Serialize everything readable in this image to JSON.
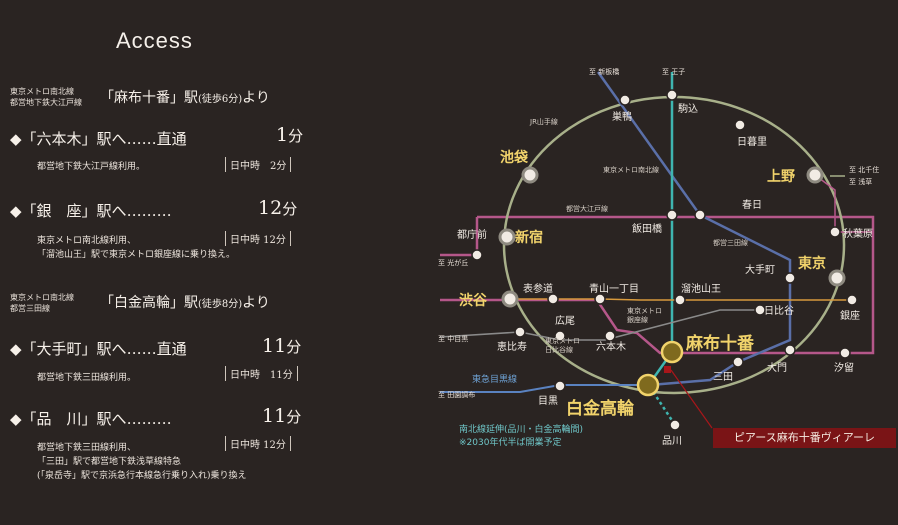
{
  "title": "Access",
  "origins": [
    {
      "lines": [
        "東京メトロ南北線",
        "都営地下鉄大江戸線"
      ],
      "station": "「麻布十番」駅",
      "walk": "(徒歩6分)",
      "suffix": "より"
    },
    {
      "lines": [
        "東京メトロ南北線",
        "都営三田線"
      ],
      "station": "「白金高輪」駅",
      "walk": "(徒歩8分)",
      "suffix": "より"
    }
  ],
  "routes": [
    {
      "dest": "「六本木」駅へ",
      "dots": "……",
      "kind": "直通",
      "num": "1",
      "unit": "分",
      "note": [
        "都営地下鉄大江戸線利用。"
      ],
      "daytime": "日中時　2分"
    },
    {
      "dest": "「銀　座」駅へ",
      "dots": "………",
      "kind": "",
      "num": "12",
      "unit": "分",
      "note": [
        "東京メトロ南北線利用、",
        "「溜池山王」駅で東京メトロ銀座線に乗り換え。"
      ],
      "daytime": "日中時 12分"
    },
    {
      "dest": "「大手町」駅へ",
      "dots": "……",
      "kind": "直通",
      "num": "11",
      "unit": "分",
      "note": [
        "都営地下鉄三田線利用。"
      ],
      "daytime": "日中時　11分"
    },
    {
      "dest": "「品　川」駅へ",
      "dots": "………",
      "kind": "",
      "num": "11",
      "unit": "分",
      "note": [
        "都営地下鉄三田線利用、",
        "「三田」駅で都営地下鉄浅草線特急",
        "(「泉岳寺」駅で京浜急行本線急行乗り入れ)乗り換え"
      ],
      "daytime": "日中時 12分"
    }
  ],
  "map": {
    "directions": {
      "itabashi": "至 新板橋",
      "oji": "至 王子",
      "kitasenju": "至 北千住",
      "asakusa": "至 浅草",
      "hikarigaoka": "至 光が丘",
      "nakameguro": "至 中目黒",
      "denenchofu": "至 田園調布"
    },
    "line_names": {
      "yamanote": "JR山手線",
      "namboku": "東京メトロ南北線",
      "oedo": "都営大江戸線",
      "mita": "都営三田線",
      "ginza": "東京メトロ\n銀座線",
      "hibiya": "東京メトロ\n日比谷線",
      "toyoko": "東急目黒線"
    },
    "major_stations": {
      "ikebukuro": "池袋",
      "shinjuku": "新宿",
      "shibuya": "渋谷",
      "ueno": "上野",
      "tokyo": "東京"
    },
    "highlight_stations": {
      "azabujuban": "麻布十番",
      "shirokanetakanawa": "白金高輪"
    },
    "stations": {
      "sugamo": "巣鴨",
      "komagome": "駒込",
      "nippori": "日暮里",
      "kasuga": "春日",
      "iidabashi": "飯田橋",
      "tochomae": "都庁前",
      "akihabara": "秋葉原",
      "otemachi": "大手町",
      "omotesando": "表参道",
      "aoyama": "青山一丁目",
      "tameike": "溜池山王",
      "hibiya": "日比谷",
      "ginza": "銀座",
      "hiroo": "広尾",
      "ebisu": "恵比寿",
      "roppongi": "六本木",
      "mita": "三田",
      "daimon": "大門",
      "shiodome": "汐留",
      "meguro": "目黒",
      "shinagawa": "品川"
    },
    "extension_note": [
      "南北線延伸(品川・白金高輪間)",
      "※2030年代半ば開業予定"
    ],
    "property_label": "ピアース麻布十番ヴィアーレ"
  },
  "colors": {
    "background": "#2a2422",
    "yamanote": "#a8b08a",
    "namboku": "#3fb5b0",
    "oedo": "#b5578a",
    "mita": "#5a6fa8",
    "highlight": "#f1d36b",
    "property": "#7a1416"
  }
}
